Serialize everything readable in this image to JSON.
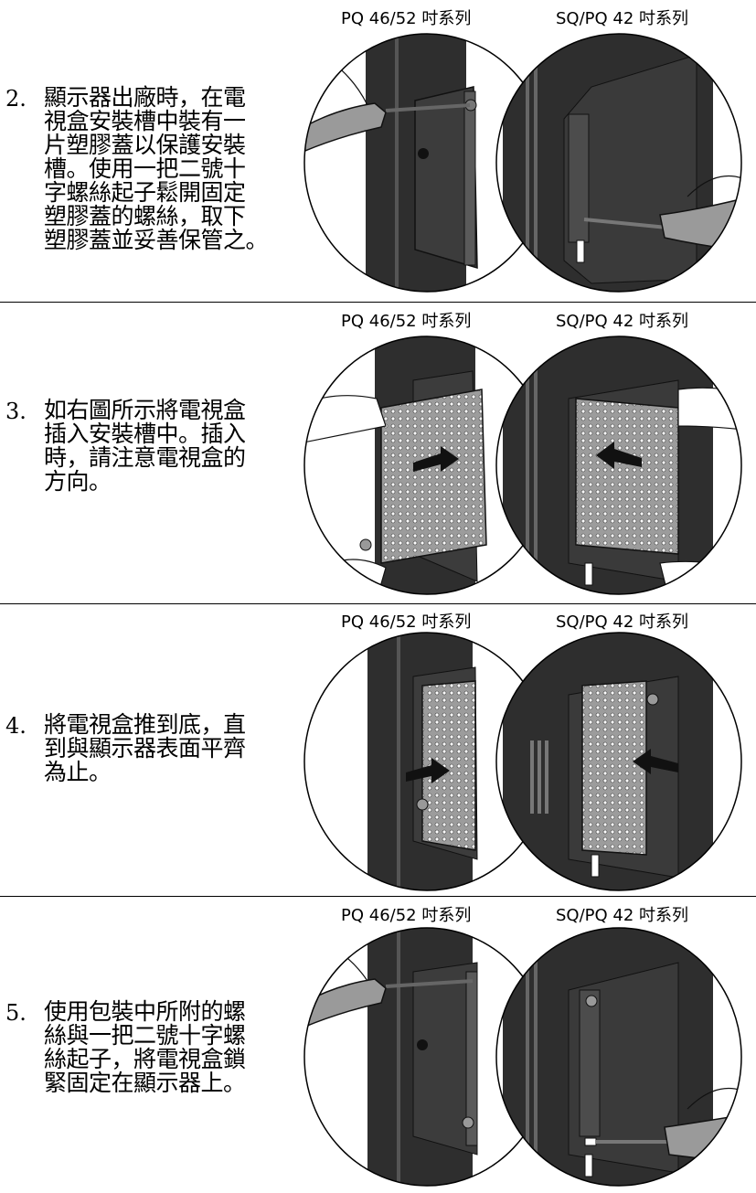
{
  "sections": [
    {
      "number": "2.",
      "lines": [
        "顯示器出廠時，在電",
        "視盒安裝槽中裝有一",
        "片塑膠蓋以保護安裝",
        "槽。使用一把二號十",
        "字螺絲起子鬆開固定",
        "塑膠蓋的螺絲，取下",
        "塑膠蓋並妥善保管之。"
      ],
      "caption_left": "PQ 46/52 吋系列",
      "caption_right": "SQ/PQ 42 吋系列"
    },
    {
      "number": "3.",
      "lines": [
        "如右圖所示將電視盒",
        "插入安裝槽中。插入",
        "時，請注意電視盒的",
        "方向。"
      ],
      "caption_left": "PQ 46/52 吋系列",
      "caption_right": "SQ/PQ 42 吋系列"
    },
    {
      "number": "4.",
      "lines": [
        "將電視盒推到底，直",
        "到與顯示器表面平齊",
        "為止。"
      ],
      "caption_left": "PQ 46/52 吋系列",
      "caption_right": "SQ/PQ 42 吋系列"
    },
    {
      "number": "5.",
      "lines": [
        "使用包裝中所附的螺",
        "絲與一把二號十字螺",
        "絲起子，將電視盒鎖",
        "緊固定在顯示器上。"
      ],
      "caption_left": "PQ 46/52 吋系列",
      "caption_right": "SQ/PQ 42 吋系列"
    }
  ],
  "illustrations": [
    "screwdriver-removing-cover",
    "inserting-tv-box",
    "tv-box-pushed-flush",
    "screwdriver-fastening-box"
  ]
}
